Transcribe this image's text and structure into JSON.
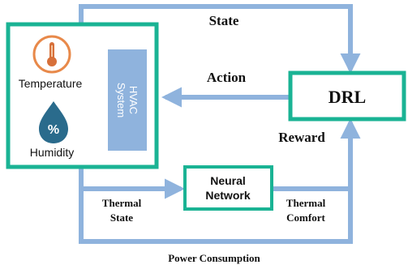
{
  "edges": {
    "state": "State",
    "action": "Action",
    "reward": "Reward",
    "thermal_state_1": "Thermal",
    "thermal_state_2": "State",
    "thermal_comfort_1": "Thermal",
    "thermal_comfort_2": "Comfort",
    "power_consumption": "Power Consumption"
  },
  "nodes": {
    "drl": "DRL",
    "neural_network_1": "Neural",
    "neural_network_2": "Network",
    "temperature": "Temperature",
    "humidity": "Humidity",
    "hvac_1": "HVAC",
    "hvac_2": "System",
    "humidity_symbol": "%"
  },
  "colors": {
    "box_border": "#1ab394",
    "arrow": "#8fb3dd",
    "hvac_fill": "#8fb3dd",
    "thermometer_ring": "#e8894a",
    "thermometer_body": "#d7703a",
    "drop": "#2a6b8c"
  },
  "icons": {
    "temperature": "thermometer-icon",
    "humidity": "water-drop-icon"
  }
}
